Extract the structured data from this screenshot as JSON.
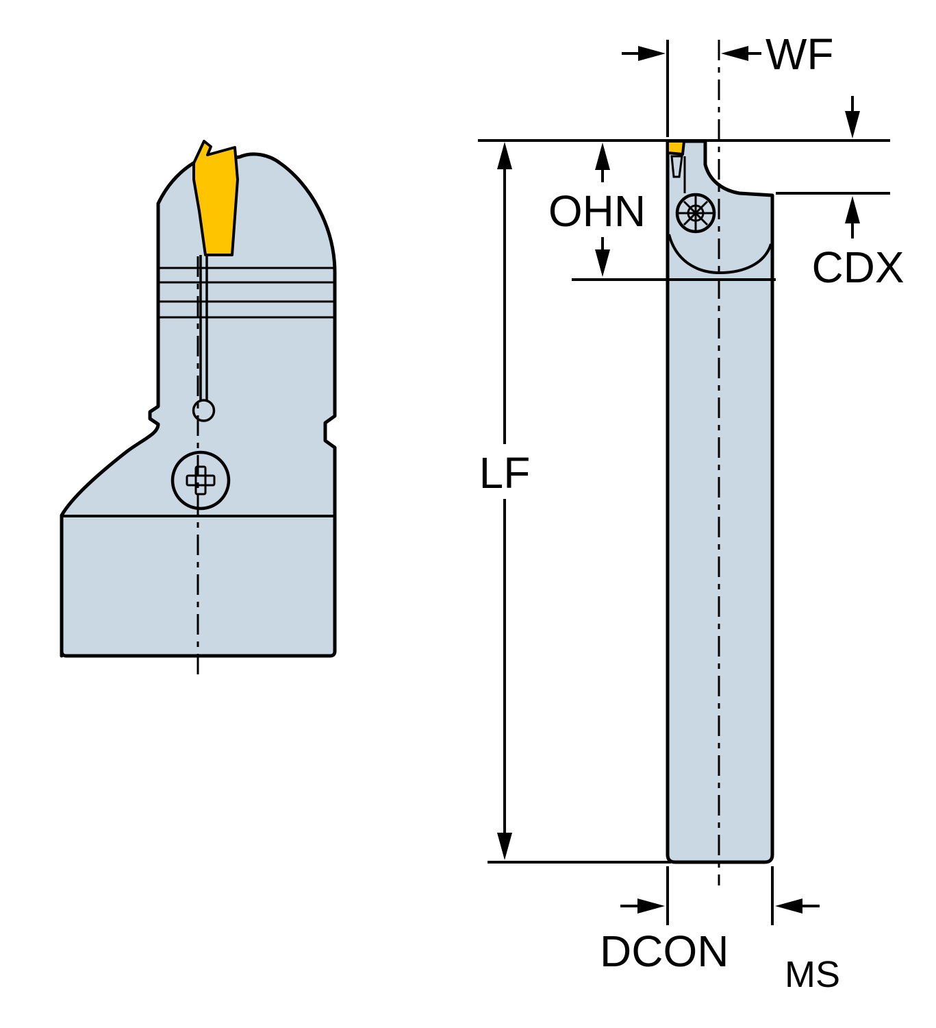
{
  "colors": {
    "tool_body": "#c9d8e3",
    "insert": "#ffc400",
    "line": "#000000"
  },
  "labels": {
    "wf": "WF",
    "ohn": "OHN",
    "cdx": "CDX",
    "lf": "LF",
    "dcon": "DCON",
    "ms": "MS"
  }
}
